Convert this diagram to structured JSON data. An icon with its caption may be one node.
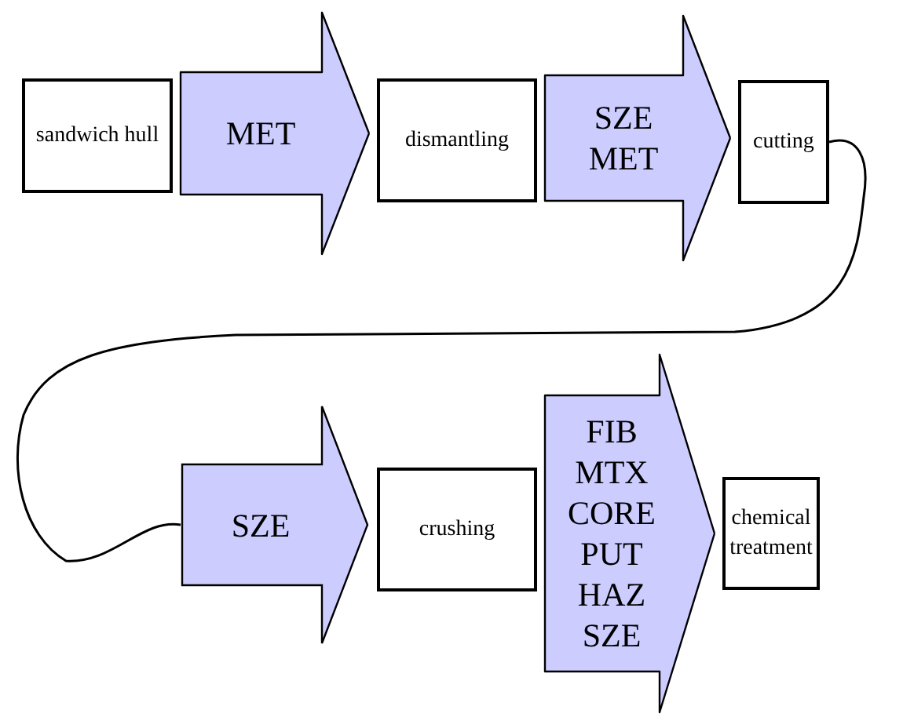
{
  "diagram": {
    "nodes": [
      {
        "text": [
          "sandwich hull"
        ]
      },
      {
        "text": [
          "dismantling"
        ]
      },
      {
        "text": [
          "cutting"
        ]
      },
      {
        "text": [
          "SZE"
        ]
      },
      {
        "text": [
          "crushing"
        ]
      },
      {
        "text": [
          "chemical treatment"
        ]
      }
    ],
    "edges": [
      {
        "from": 0,
        "to": 1,
        "arrow": "to",
        "label": "MET"
      },
      {
        "from": 1,
        "to": 2,
        "arrow": "to",
        "label": "SZE MET"
      },
      {
        "from": 2,
        "to": 3,
        "arrow": "none"
      },
      {
        "from": 4,
        "to": 5,
        "arrow": "to",
        "label": "FIB MTX CORE PUT HAZ SZE"
      }
    ]
  }
}
